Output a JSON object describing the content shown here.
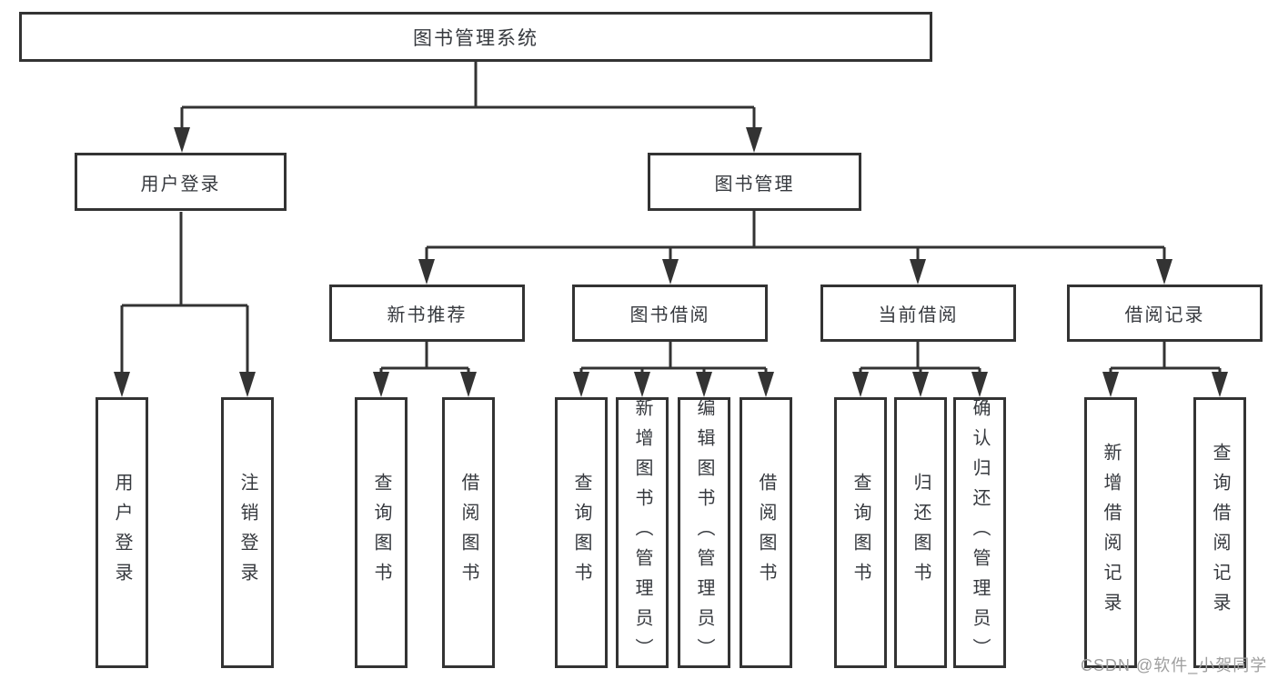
{
  "diagram": {
    "title_node": {
      "label": "图书管理系统"
    },
    "level1": [
      {
        "id": "user-login",
        "label": "用户登录"
      },
      {
        "id": "book-management",
        "label": "图书管理"
      }
    ],
    "level2": [
      {
        "id": "new-book-recommend",
        "label": "新书推荐",
        "parent": "图书管理"
      },
      {
        "id": "book-borrowing",
        "label": "图书借阅",
        "parent": "图书管理"
      },
      {
        "id": "current-borrowing",
        "label": "当前借阅",
        "parent": "图书管理"
      },
      {
        "id": "borrowing-records",
        "label": "借阅记录",
        "parent": "图书管理"
      }
    ],
    "leaves": [
      {
        "id": "user-login-action",
        "label": "用户登录",
        "parent": "用户登录"
      },
      {
        "id": "logout-action",
        "label": "注销登录",
        "parent": "用户登录"
      },
      {
        "id": "query-books-1",
        "label": "查询图书",
        "parent": "新书推荐"
      },
      {
        "id": "borrow-books-1",
        "label": "借阅图书",
        "parent": "新书推荐"
      },
      {
        "id": "query-books-2",
        "label": "查询图书",
        "parent": "图书借阅"
      },
      {
        "id": "add-books-admin",
        "label": "新增图书（管理员）",
        "parent": "图书借阅"
      },
      {
        "id": "edit-books-admin",
        "label": "编辑图书（管理员）",
        "parent": "图书借阅"
      },
      {
        "id": "borrow-books-2",
        "label": "借阅图书",
        "parent": "图书借阅"
      },
      {
        "id": "query-books-3",
        "label": "查询图书",
        "parent": "当前借阅"
      },
      {
        "id": "return-books",
        "label": "归还图书",
        "parent": "当前借阅"
      },
      {
        "id": "confirm-return-admin",
        "label": "确认归还（管理员）",
        "parent": "当前借阅"
      },
      {
        "id": "add-borrow-record",
        "label": "新增借阅记录",
        "parent": "借阅记录"
      },
      {
        "id": "query-borrow-record",
        "label": "查询借阅记录",
        "parent": "借阅记录"
      }
    ],
    "watermark": "CSDN @软件_小贺同学",
    "colors": {
      "line": "#333333",
      "text": "#36393e",
      "watermark": "#9e9e9e",
      "background": "#ffffff"
    }
  }
}
